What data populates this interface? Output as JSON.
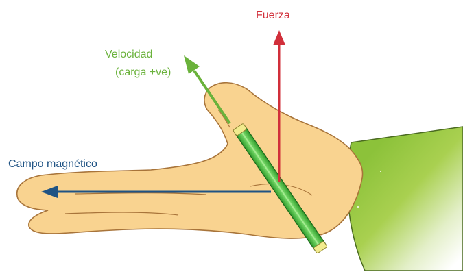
{
  "labels": {
    "force": "Fuerza",
    "velocity_line1": "Velocidad",
    "velocity_line2": "(carga +ve)",
    "field": "Campo magnético"
  },
  "colors": {
    "force": "#d12f3a",
    "velocity": "#6ab23b",
    "field": "#1f5384",
    "skin": "#f9d390",
    "skin_outline": "#a8743a",
    "sleeve_light": "#ffffff",
    "sleeve_dark": "#8cc23a",
    "rod": "#4cc240",
    "rod_cap": "#f2eb8e"
  }
}
